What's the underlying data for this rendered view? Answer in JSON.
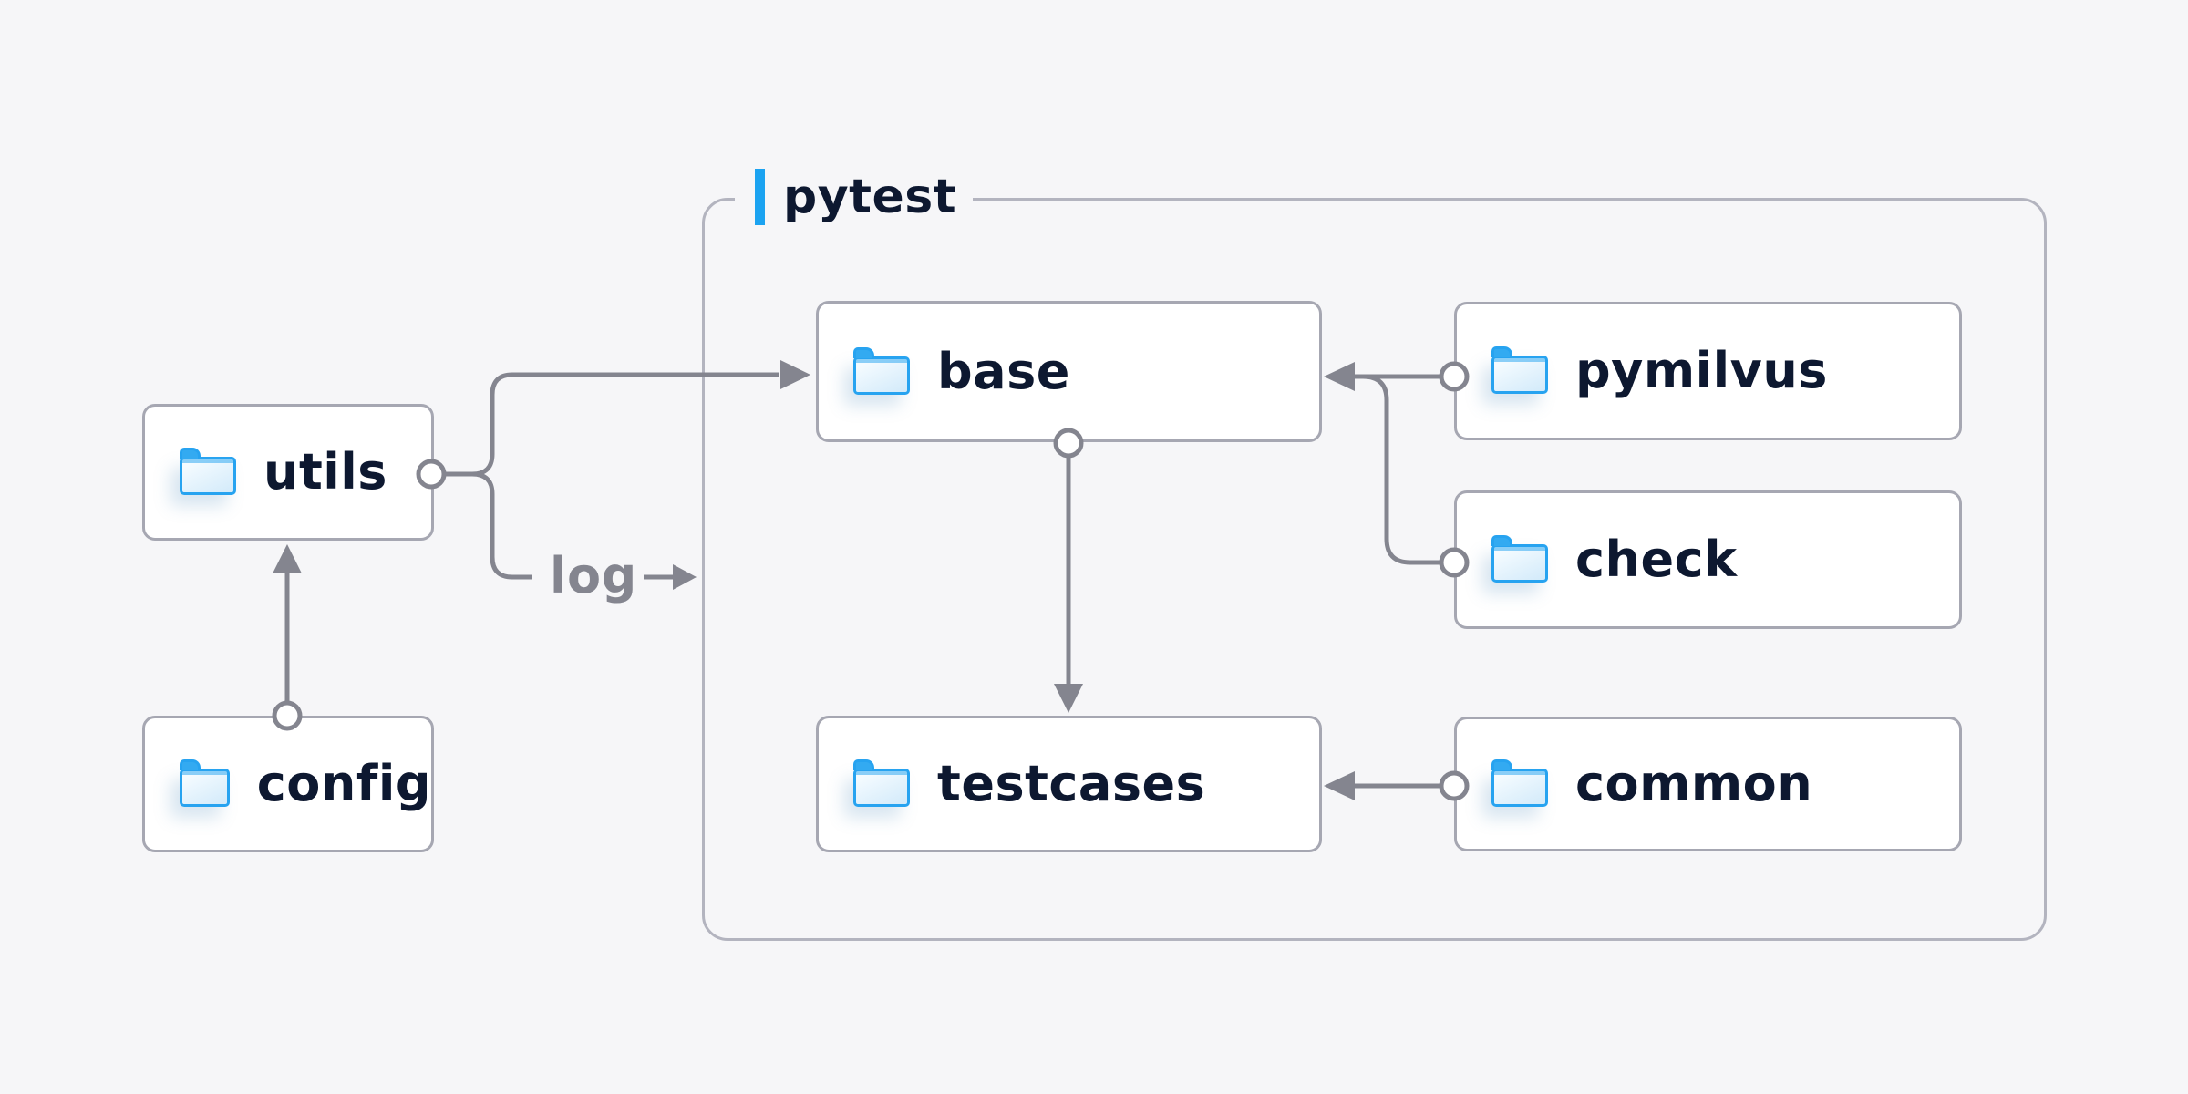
{
  "diagram": {
    "background": "#f6f6f8",
    "container": {
      "label": "pytest",
      "accent_color": "#1ba3f1"
    },
    "nodes": [
      {
        "id": "utils",
        "label": "utils",
        "icon": "folder-icon",
        "inside_container": false
      },
      {
        "id": "config",
        "label": "config",
        "icon": "folder-icon",
        "inside_container": false
      },
      {
        "id": "base",
        "label": "base",
        "icon": "folder-icon",
        "inside_container": true
      },
      {
        "id": "testcases",
        "label": "testcases",
        "icon": "folder-icon",
        "inside_container": true
      },
      {
        "id": "pymilvus",
        "label": "pymilvus",
        "icon": "folder-icon",
        "inside_container": true
      },
      {
        "id": "check",
        "label": "check",
        "icon": "folder-icon",
        "inside_container": true
      },
      {
        "id": "common",
        "label": "common",
        "icon": "folder-icon",
        "inside_container": true
      }
    ],
    "edge_labels": {
      "log": "log"
    },
    "edges": [
      {
        "from": "config",
        "to": "utils"
      },
      {
        "from": "utils",
        "to": "base"
      },
      {
        "from": "utils",
        "to": "log"
      },
      {
        "from": "base",
        "to": "testcases"
      },
      {
        "from": "pymilvus",
        "to": "base"
      },
      {
        "from": "check",
        "to": "base"
      },
      {
        "from": "common",
        "to": "testcases"
      }
    ],
    "colors": {
      "line": "#84858f",
      "node_border": "#a6a7b2",
      "container_border": "#b3b4bf",
      "text": "#0d1830",
      "folder_blue": "#27a3f0"
    }
  }
}
